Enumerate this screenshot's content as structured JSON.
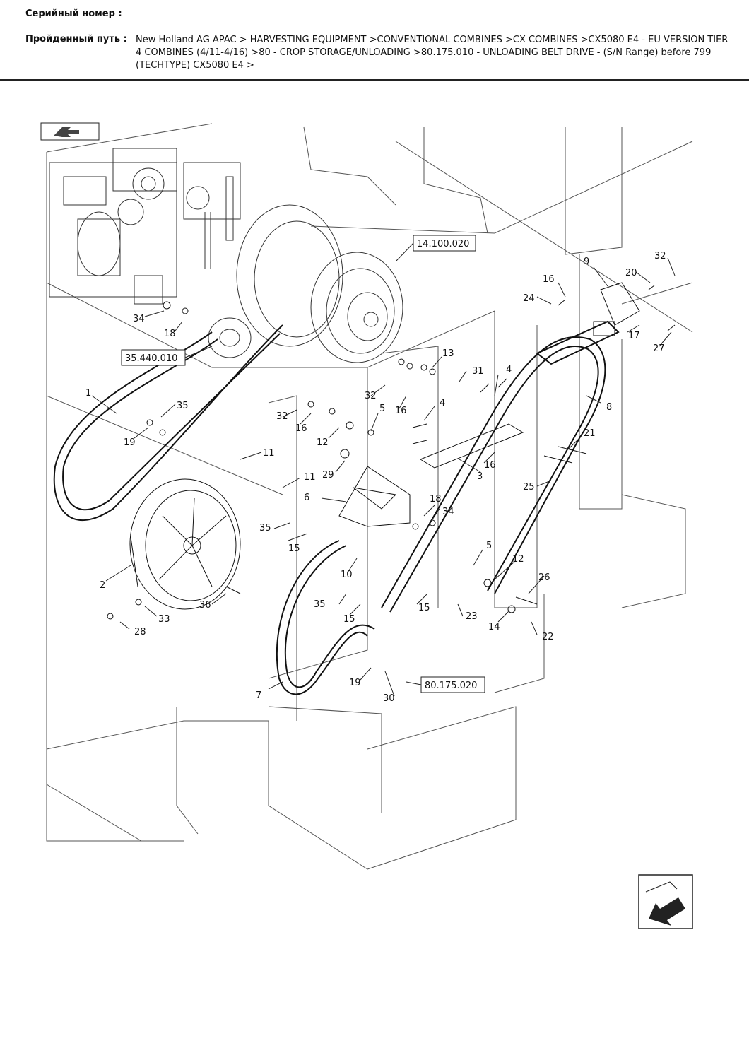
{
  "header": {
    "serial_label": "Серийный номер :",
    "path_label": "Пройденный путь :",
    "path_text": "New Holland AG APAC > HARVESTING EQUIPMENT >CONVENTIONAL COMBINES >CX COMBINES >CX5080 E4 - EU VERSION TIER 4 COMBINES (4/11-4/16) >80 - CROP STORAGE/UNLOADING >80.175.010 - UNLOADING BELT DRIVE - (S/N Range) before 799 (TECHTYPE) CX5080 E4 >"
  },
  "diagram": {
    "references": [
      "14.100.020",
      "35.440.010",
      "80.175.020"
    ],
    "callouts": [
      "1",
      "2",
      "3",
      "4",
      "4",
      "5",
      "5",
      "6",
      "7",
      "8",
      "9",
      "10",
      "11",
      "11",
      "12",
      "12",
      "13",
      "14",
      "15",
      "15",
      "15",
      "16",
      "16",
      "16",
      "16",
      "17",
      "18",
      "18",
      "19",
      "19",
      "20",
      "21",
      "22",
      "23",
      "24",
      "25",
      "26",
      "27",
      "28",
      "29",
      "30",
      "31",
      "32",
      "32",
      "32",
      "33",
      "34",
      "34",
      "35",
      "35",
      "35",
      "36"
    ],
    "icons": [
      "nav-forward-icon",
      "nav-return-icon"
    ]
  }
}
